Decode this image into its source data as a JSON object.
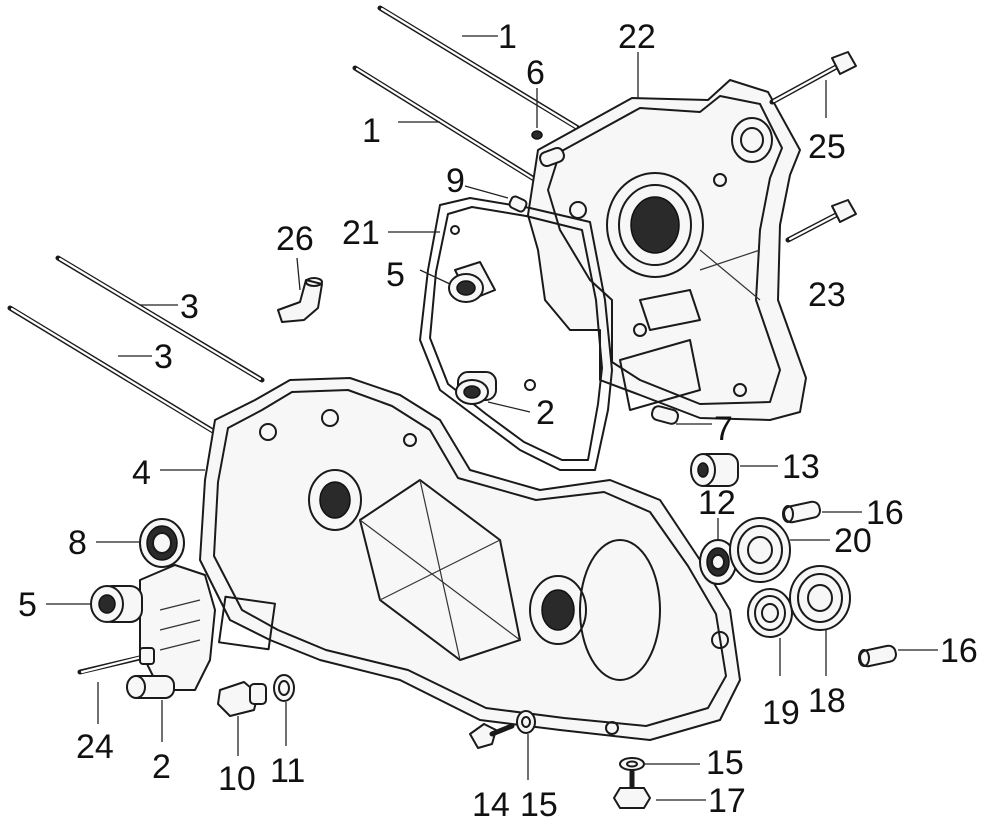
{
  "diagram": {
    "callouts": [
      "1",
      "1",
      "2",
      "2",
      "3",
      "3",
      "4",
      "5",
      "5",
      "6",
      "7",
      "8",
      "9",
      "10",
      "11",
      "12",
      "13",
      "14",
      "15",
      "15",
      "16",
      "16",
      "17",
      "18",
      "19",
      "20",
      "21",
      "22",
      "23",
      "24",
      "25",
      "26"
    ]
  }
}
